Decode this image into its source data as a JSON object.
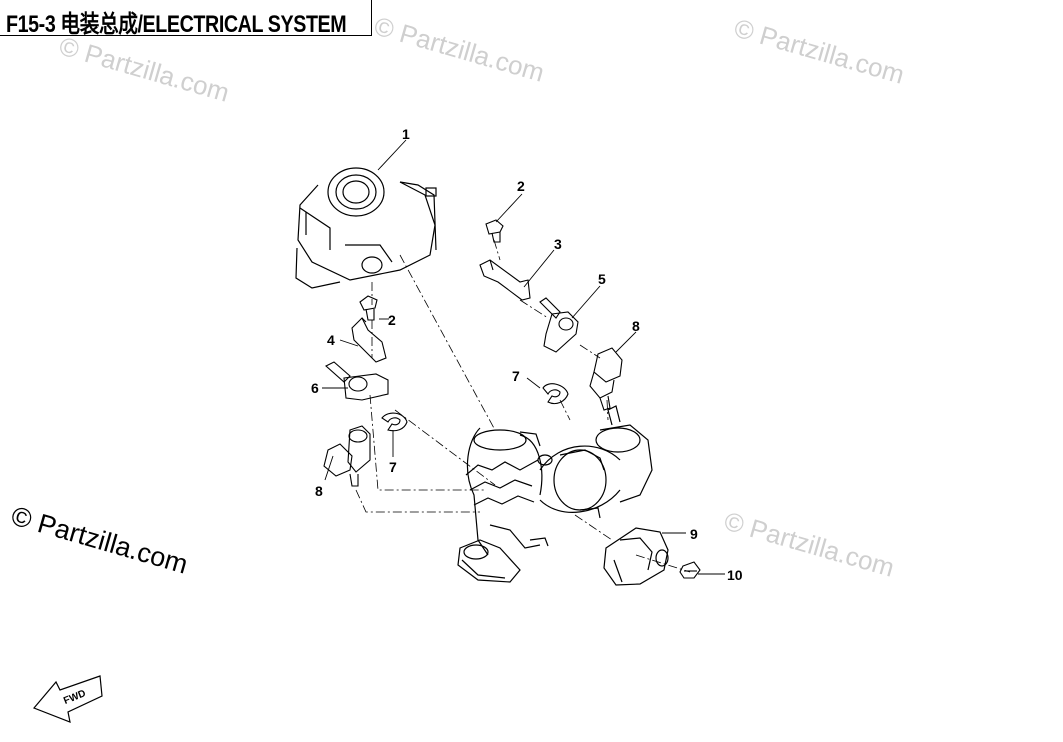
{
  "header": {
    "title": "F15-3 电装总成/ELECTRICAL SYSTEM"
  },
  "watermarks": [
    {
      "text": "© Partzilla.com",
      "style": "faint"
    },
    {
      "text": "© Partzilla.com",
      "style": "faint"
    },
    {
      "text": "© Partzilla.com",
      "style": "faint"
    },
    {
      "text": "© Partzilla.com",
      "style": "faint"
    },
    {
      "text": "© Partzilla.com",
      "style": "dark"
    }
  ],
  "callouts": [
    "1",
    "2",
    "2",
    "3",
    "4",
    "5",
    "6",
    "7",
    "7",
    "8",
    "8",
    "9",
    "10"
  ],
  "fwd_label": "FWD"
}
